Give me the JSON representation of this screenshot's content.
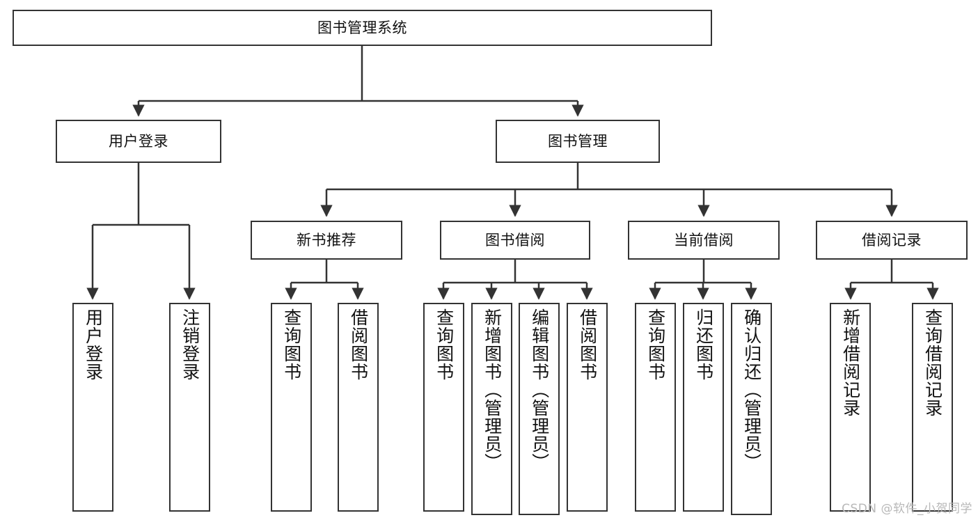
{
  "diagram": {
    "title": "图书管理系统",
    "type": "tree-hierarchy-chart",
    "root": {
      "id": "root",
      "label": "图书管理系统"
    },
    "level2": [
      {
        "id": "user-login",
        "label": "用户登录"
      },
      {
        "id": "book-management",
        "label": "图书管理"
      }
    ],
    "level3": [
      {
        "id": "new-book-recommend",
        "label": "新书推荐",
        "parent": "book-management"
      },
      {
        "id": "book-borrow",
        "label": "图书借阅",
        "parent": "book-management"
      },
      {
        "id": "current-borrow",
        "label": "当前借阅",
        "parent": "book-management"
      },
      {
        "id": "borrow-record",
        "label": "借阅记录",
        "parent": "book-management"
      }
    ],
    "leaves": {
      "user_login": [
        {
          "id": "leaf-user-login",
          "label": "用户登录"
        },
        {
          "id": "leaf-logout-login",
          "label": "注销登录"
        }
      ],
      "new_book_recommend": [
        {
          "id": "leaf-query-book-1",
          "label": "查询图书"
        },
        {
          "id": "leaf-borrow-book-1",
          "label": "借阅图书"
        }
      ],
      "book_borrow": [
        {
          "id": "leaf-query-book-2",
          "label": "查询图书"
        },
        {
          "id": "leaf-add-book",
          "label": "新增图书（管理员）"
        },
        {
          "id": "leaf-edit-book",
          "label": "编辑图书（管理员）"
        },
        {
          "id": "leaf-borrow-book-2",
          "label": "借阅图书"
        }
      ],
      "current_borrow": [
        {
          "id": "leaf-query-book-3",
          "label": "查询图书"
        },
        {
          "id": "leaf-return-book",
          "label": "归还图书"
        },
        {
          "id": "leaf-confirm-return",
          "label": "确认归还（管理员）"
        }
      ],
      "borrow_record": [
        {
          "id": "leaf-add-record",
          "label": "新增借阅记录"
        },
        {
          "id": "leaf-query-record",
          "label": "查询借阅记录"
        }
      ]
    },
    "watermark": "CSDN @软件_小贺同学",
    "colors": {
      "stroke": "#333333",
      "background": "#ffffff",
      "text": "#111111",
      "watermark": "#b8b8b8"
    }
  }
}
